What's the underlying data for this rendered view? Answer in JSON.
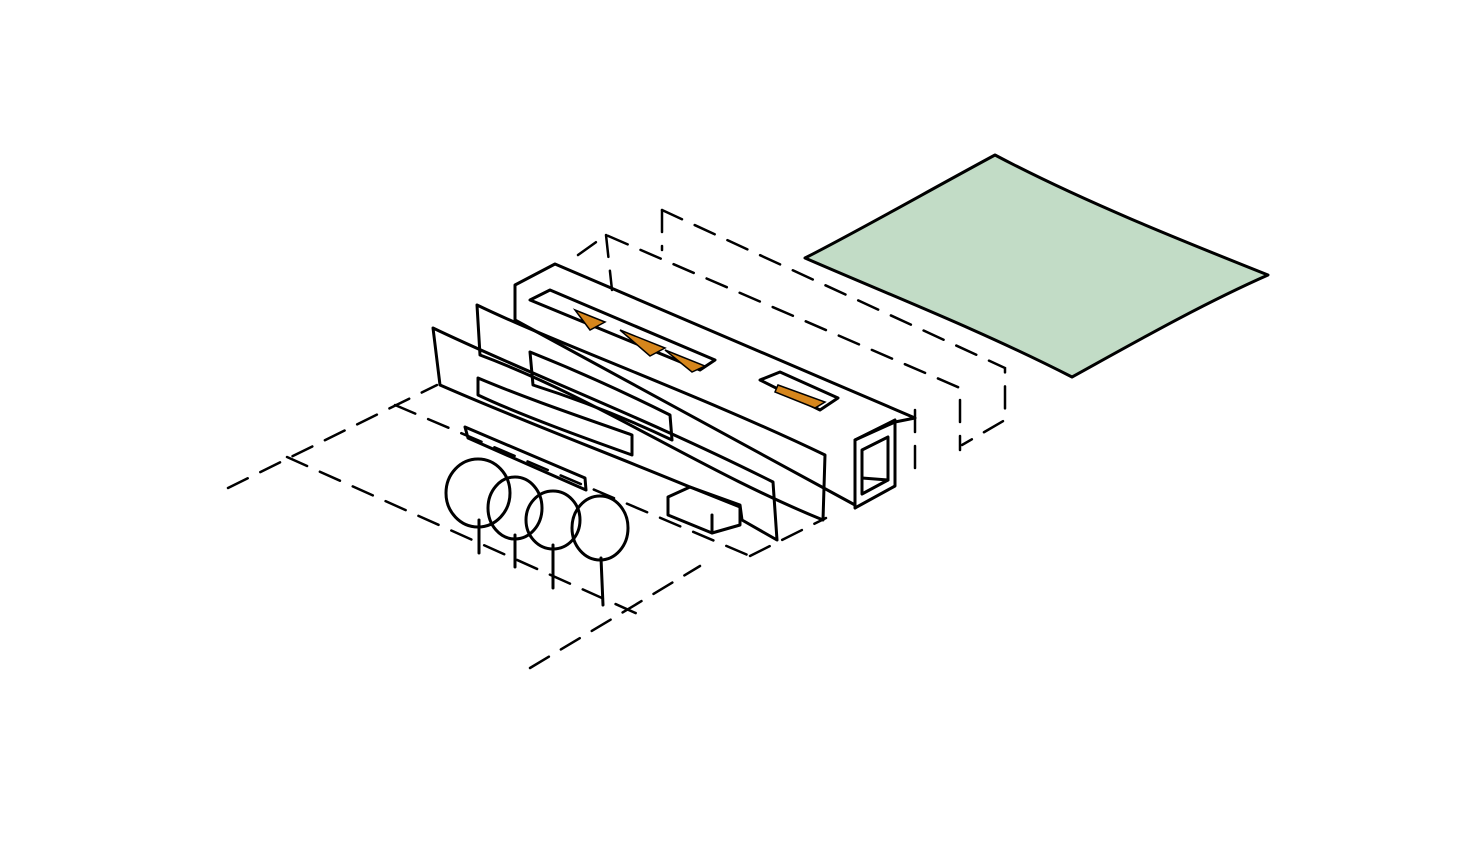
{
  "diagram": {
    "type": "axonometric massing sketch",
    "colors": {
      "background": "#ffffff",
      "field_green": "#c2dcc6",
      "tree_green": "#9fdca4",
      "facade_orange": "#d6861c",
      "panel_gray": "#bdbcbd",
      "ink": "#000000"
    },
    "elements": [
      "site-outline",
      "green-field",
      "phantom-volumes",
      "tube-volume",
      "gray-panel",
      "orange-facade",
      "trees"
    ],
    "tree_count": 4
  }
}
